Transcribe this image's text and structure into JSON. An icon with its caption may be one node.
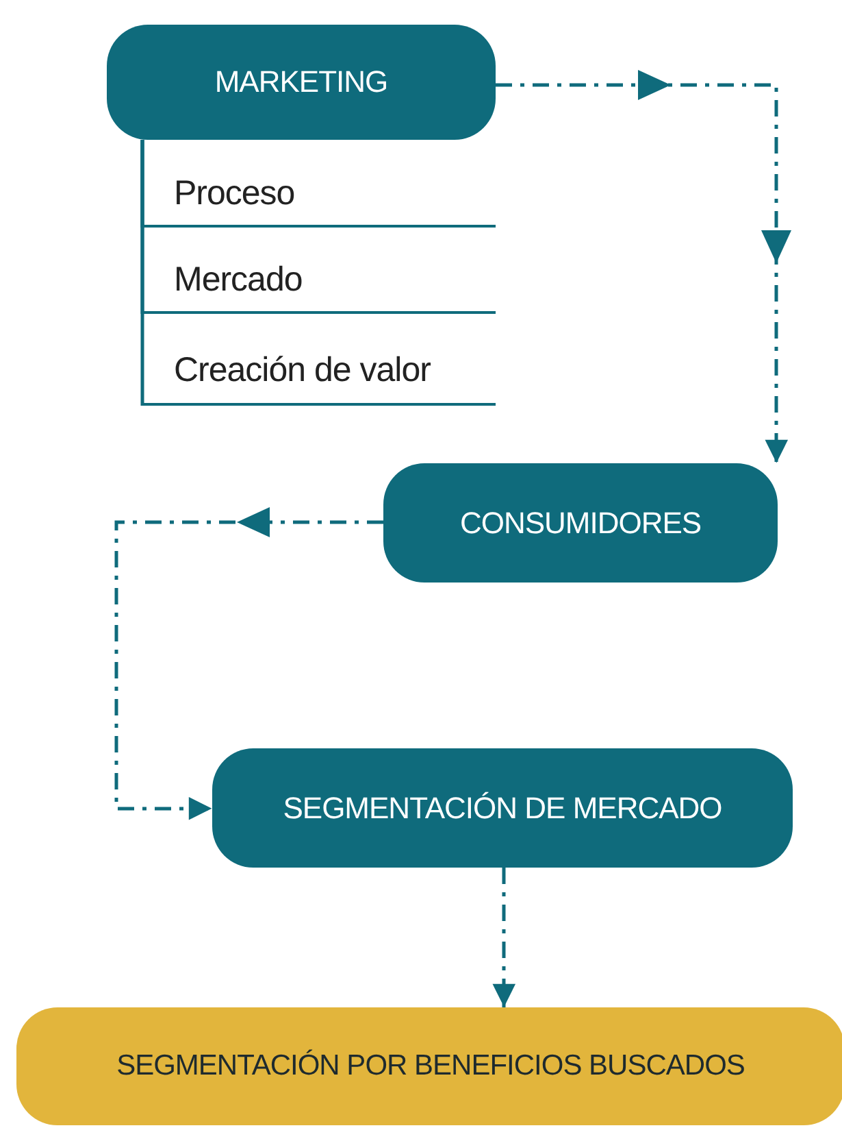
{
  "diagram": {
    "nodes": [
      {
        "text": [
          "MARKETING"
        ]
      },
      {
        "text": [
          "Proceso"
        ]
      },
      {
        "text": [
          "Mercado"
        ]
      },
      {
        "text": [
          "Creación de valor"
        ]
      },
      {
        "text": [
          "CONSUMIDORES"
        ]
      },
      {
        "text": [
          "SEGMENTACIÓN DE MERCADO"
        ]
      },
      {
        "text": [
          "SEGMENTACIÓN POR BENEFICIOS BUSCADOS"
        ]
      }
    ],
    "edges": [
      {
        "from": 0,
        "to": 1,
        "arrow": "none"
      },
      {
        "from": 0,
        "to": 2,
        "arrow": "none"
      },
      {
        "from": 0,
        "to": 3,
        "arrow": "none"
      },
      {
        "from": 0,
        "to": 4,
        "arrow": "to",
        "style": "dashed"
      },
      {
        "from": 4,
        "to": 5,
        "arrow": "to",
        "style": "dashed"
      },
      {
        "from": 5,
        "to": 6,
        "arrow": "to",
        "style": "dashed"
      }
    ]
  }
}
